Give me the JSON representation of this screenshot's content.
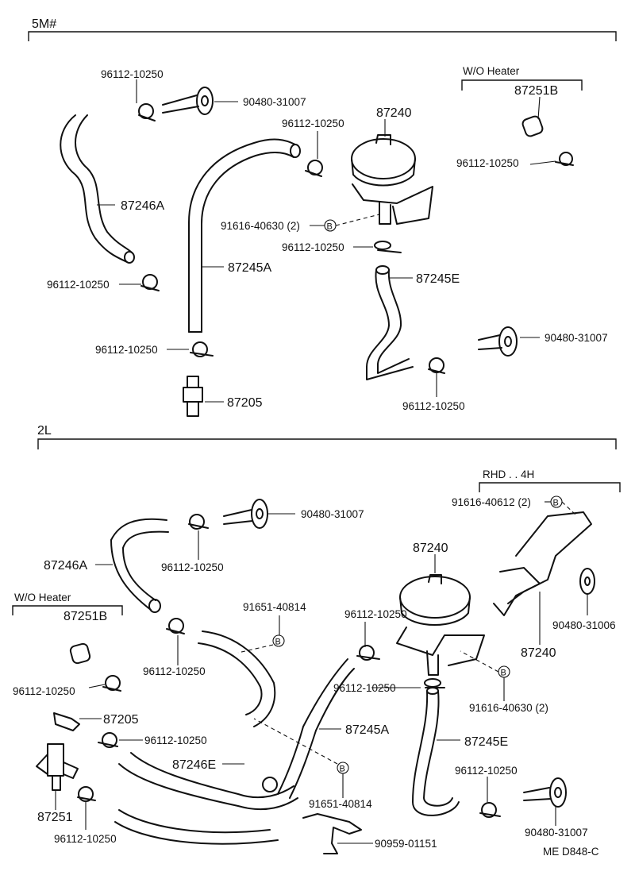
{
  "sections": {
    "top": "5M#",
    "bottom": "2L",
    "wo_heater_top": "W/O  Heater",
    "wo_heater_bottom": "W/O  Heater",
    "rhd": "RHD . . 4H"
  },
  "labels": {
    "t1": "96112-10250",
    "t2": "90480-31007",
    "t3": "87251B",
    "t4": "96112-10250",
    "t5": "87240",
    "t6": "96112-10250",
    "t7": "87246A",
    "t8": "91616-40630 (2)",
    "t9": "96112-10250",
    "t10": "87245A",
    "t11": "87245E",
    "t12": "96112-10250",
    "t13": "90480-31007",
    "t14": "96112-10250",
    "t15": "87205",
    "t16": "96112-10250",
    "b1": "91616-40612 (2)",
    "b2": "90480-31007",
    "b3": "87240",
    "b4": "87246A",
    "b5": "96112-10250",
    "b6": "87251B",
    "b7": "91651-40814",
    "b8": "96112-10250",
    "b9": "90480-31006",
    "b10": "87240",
    "b11": "96112-10250",
    "b12": "96112-10250",
    "b13": "91616-40630 (2)",
    "b14": "96112-10250",
    "b15": "87205",
    "b16": "87245A",
    "b17": "96112-10250",
    "b18": "87246E",
    "b19": "87245E",
    "b20": "96112-10250",
    "b21": "91651-40814",
    "b22": "87251",
    "b23": "96112-10250",
    "b24": "90480-31007",
    "b25": "90959-01151"
  },
  "markers": {
    "bolt": "B"
  },
  "footer": {
    "code": "ME  D848-C"
  }
}
